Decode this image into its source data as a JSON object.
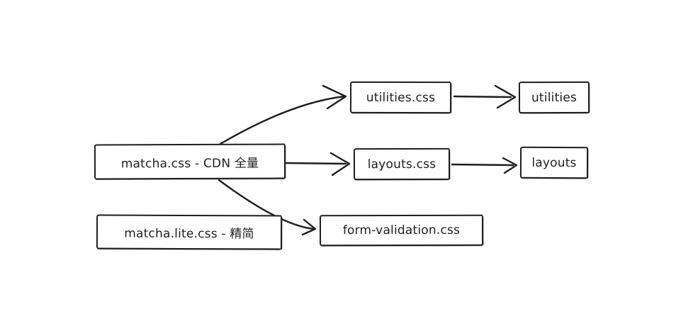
{
  "diagram": {
    "canvas": {
      "background": "#ffffff",
      "ink": "#1e1e1e"
    },
    "nodes": [
      {
        "id": "matcha-css",
        "label": "matcha.css - CDN 全量"
      },
      {
        "id": "matcha-lite-css",
        "label": "matcha.lite.css - 精简"
      },
      {
        "id": "utilities-css",
        "label": "utilities.css"
      },
      {
        "id": "utilities",
        "label": "utilities"
      },
      {
        "id": "layouts-css",
        "label": "layouts.css"
      },
      {
        "id": "layouts",
        "label": "layouts"
      },
      {
        "id": "form-validation-css",
        "label": "form-validation.css"
      }
    ],
    "edges": [
      {
        "from": "matcha-css",
        "to": "utilities-css",
        "style": "curved-arrow"
      },
      {
        "from": "matcha-css",
        "to": "layouts-css",
        "style": "straight-arrow"
      },
      {
        "from": "matcha-css",
        "to": "form-validation-css",
        "style": "curved-arrow"
      },
      {
        "from": "utilities-css",
        "to": "utilities",
        "style": "straight-arrow"
      },
      {
        "from": "layouts-css",
        "to": "layouts",
        "style": "straight-arrow"
      }
    ]
  }
}
